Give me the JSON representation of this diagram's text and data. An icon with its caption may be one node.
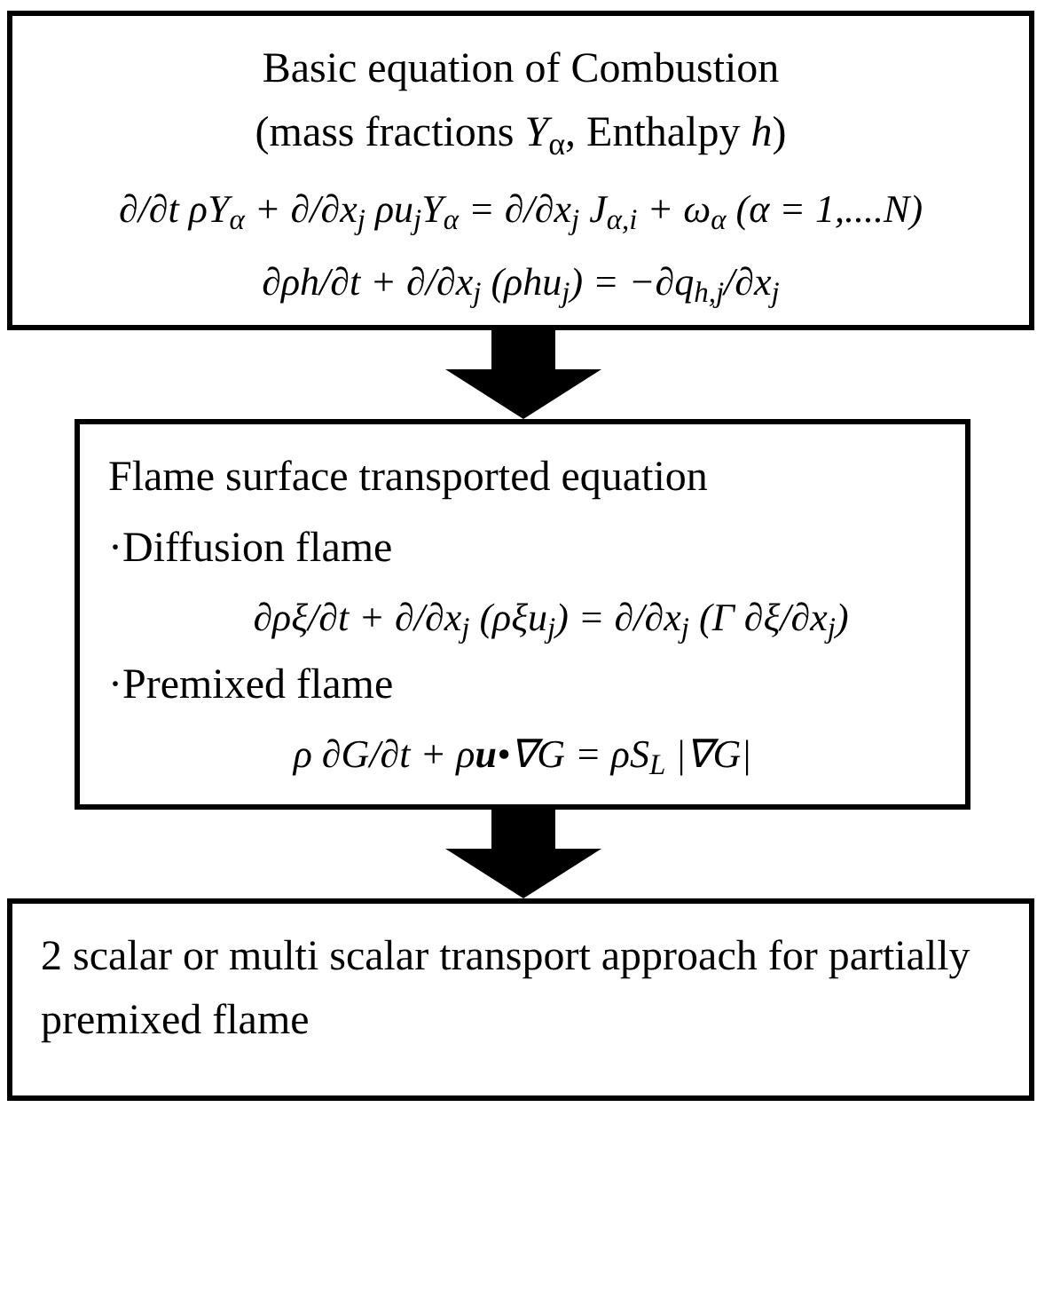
{
  "diagram": {
    "nodes": [
      {
        "text": [
          "Basic equation of Combustion",
          "(mass fractions *Y*$_{α}$, Enthalpy *h*)",
          "∂/∂t ρY$_{α}$ + ∂/∂x$_{j}$ ρu$_{j}$Y$_{α}$ = ∂/∂x$_{j}$ J$_{α,i}$ + ω$_{α}$  (α = 1,....N)",
          "∂ρh/∂t + ∂/∂x$_{j}$ (ρhu$_{j}$) = −∂q$_{h,j}$/∂x$_{j}$"
        ]
      },
      {
        "text": [
          "Flame surface transported equation",
          "·Diffusion flame",
          "∂ρξ/∂t + ∂/∂x$_{j}$ (ρξu$_{j}$) = ∂/∂x$_{j}$ (Γ ∂ξ/∂x$_{j}$)",
          "·Premixed flame",
          "ρ ∂G/∂t + ρ**u**•∇G = ρS$_{L}$ |∇G|"
        ]
      },
      {
        "text": [
          "2 scalar or multi scalar transport approach for partially premixed flame"
        ]
      }
    ],
    "edges": [
      {
        "from": 0,
        "to": 1,
        "arrow": "to",
        "style": "thick"
      },
      {
        "from": 1,
        "to": 2,
        "arrow": "to",
        "style": "thick"
      }
    ]
  }
}
